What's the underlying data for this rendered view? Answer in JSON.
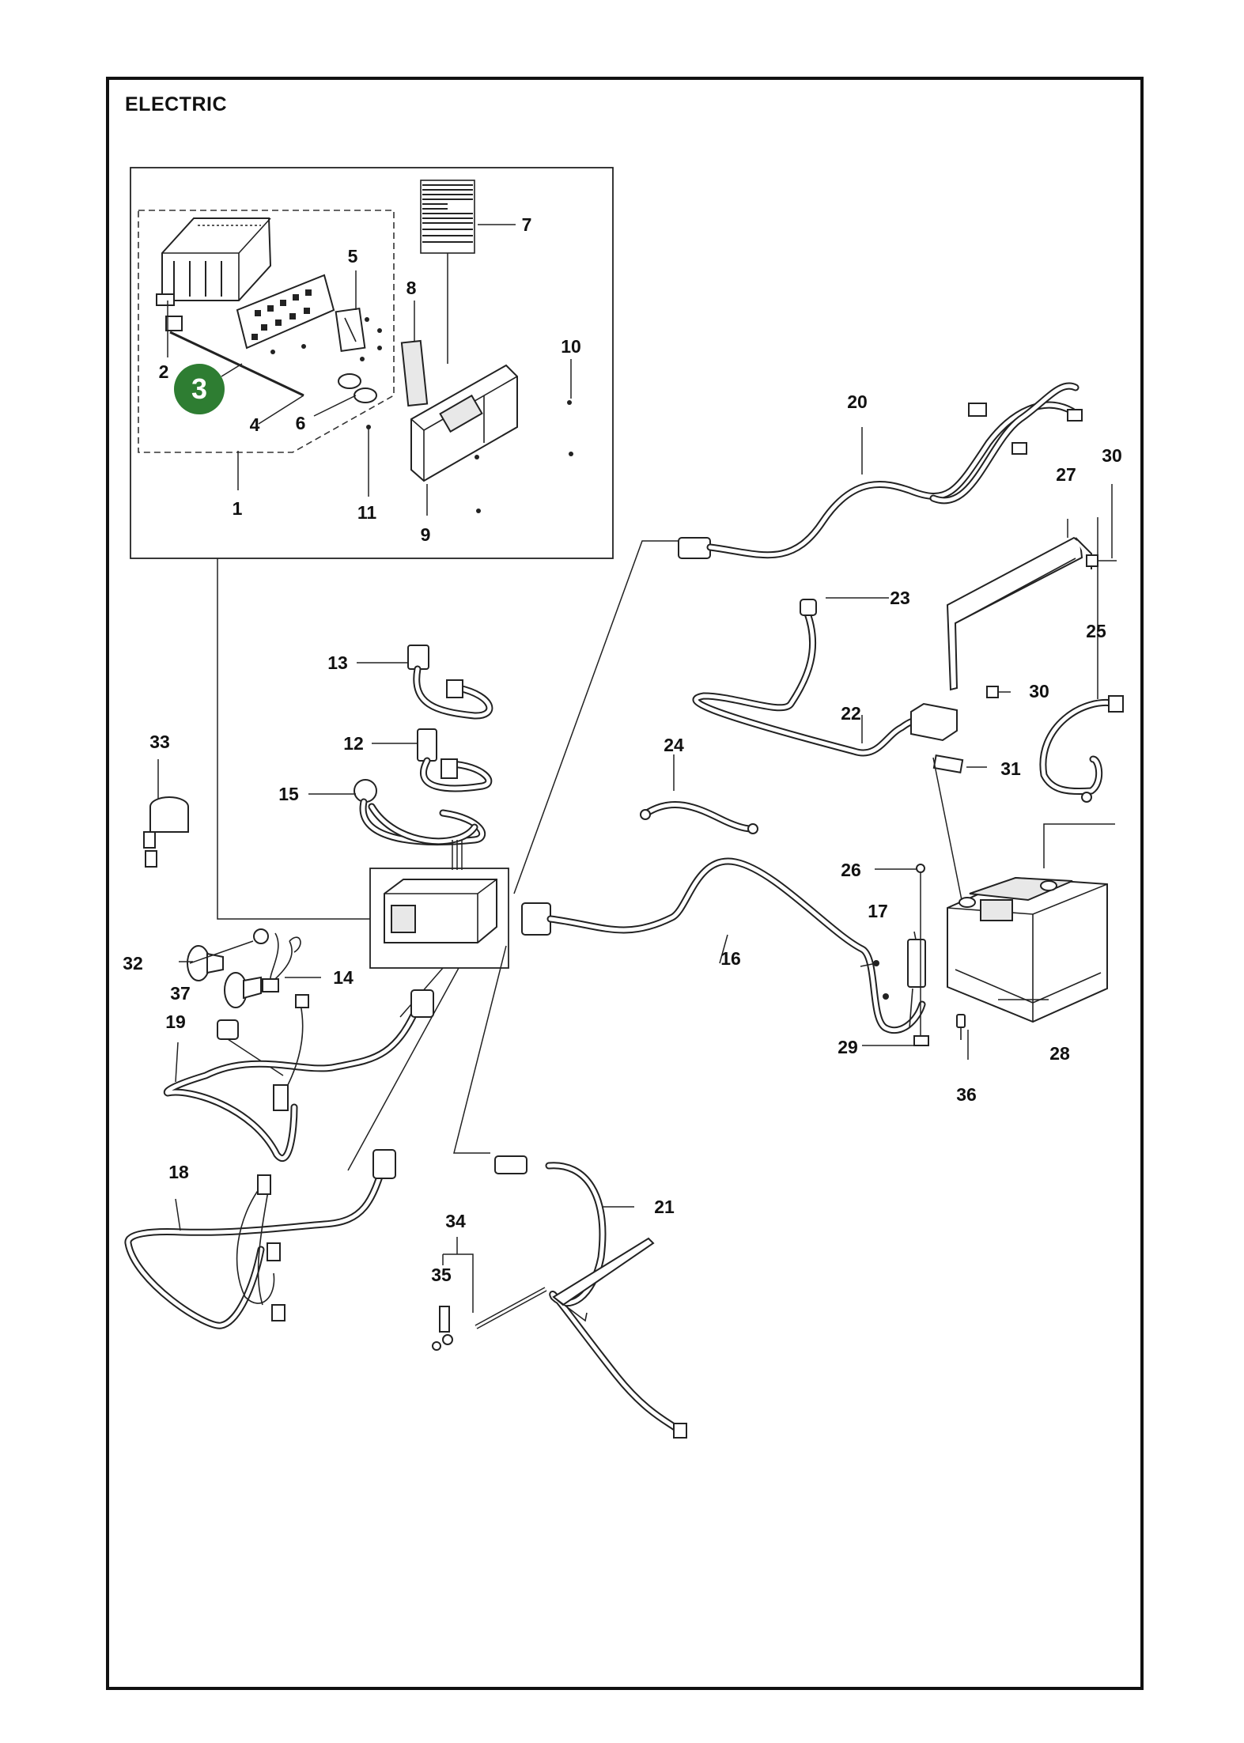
{
  "title": "ELECTRIC",
  "highlight": {
    "label": "3",
    "color": "#2e7d32"
  },
  "callouts": {
    "c1": "1",
    "c2": "2",
    "c4": "4",
    "c5": "5",
    "c6": "6",
    "c7": "7",
    "c8": "8",
    "c9": "9",
    "c10": "10",
    "c11": "11",
    "c12": "12",
    "c13": "13",
    "c14": "14",
    "c15": "15",
    "c16": "16",
    "c17": "17",
    "c18": "18",
    "c19": "19",
    "c20": "20",
    "c21": "21",
    "c22": "22",
    "c23": "23",
    "c24": "24",
    "c25": "25",
    "c26": "26",
    "c27": "27",
    "c28": "28",
    "c29": "29",
    "c30a": "30",
    "c30b": "30",
    "c31": "31",
    "c32": "32",
    "c33": "33",
    "c34": "34",
    "c35": "35",
    "c36": "36",
    "c37": "37"
  }
}
